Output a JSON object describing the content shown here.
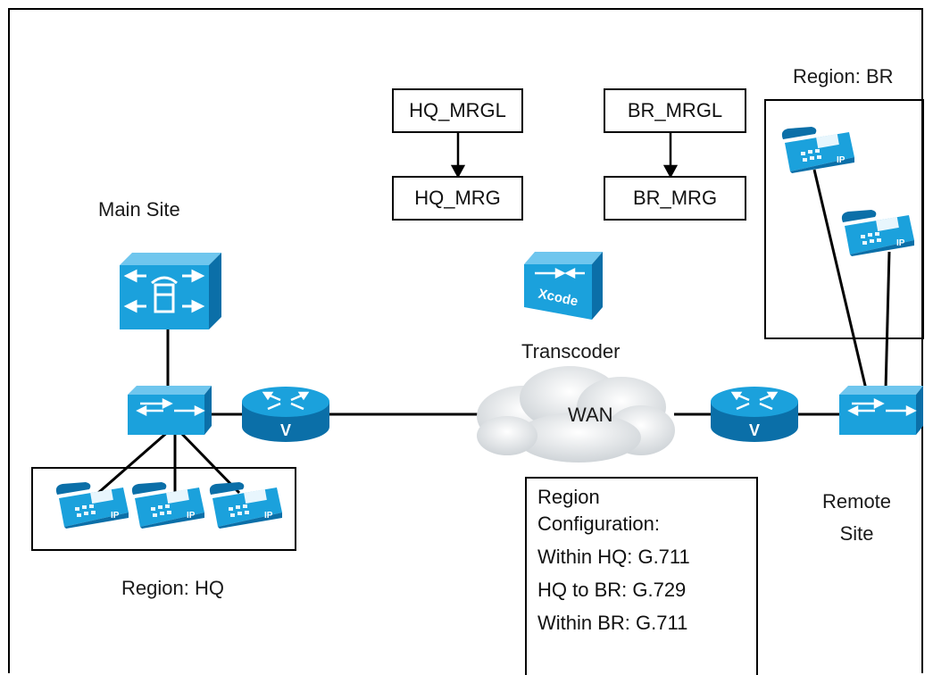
{
  "labels": {
    "main_site": "Main Site",
    "region_hq": "Region: HQ",
    "region_br": "Region: BR",
    "transcoder": "Transcoder",
    "wan": "WAN",
    "remote_site_line1": "Remote",
    "remote_site_line2": "Site"
  },
  "mrg": {
    "hq_mrgl": "HQ_MRGL",
    "hq_mrg": "HQ_MRG",
    "br_mrgl": "BR_MRGL",
    "br_mrg": "BR_MRG"
  },
  "region_config": {
    "title_line1": "Region",
    "title_line2": "Configuration:",
    "rows": [
      "Within HQ: G.711",
      "HQ to BR: G.729",
      "Within BR: G.711"
    ]
  },
  "device_text": {
    "router_mark": "V",
    "phone_mark": "IP",
    "transcoder_mark": "Xcode"
  },
  "colors": {
    "device_blue": "#1ba1dc",
    "device_dark": "#0b6fa8",
    "line": "#000000",
    "cloud": "#dfe3e6"
  }
}
